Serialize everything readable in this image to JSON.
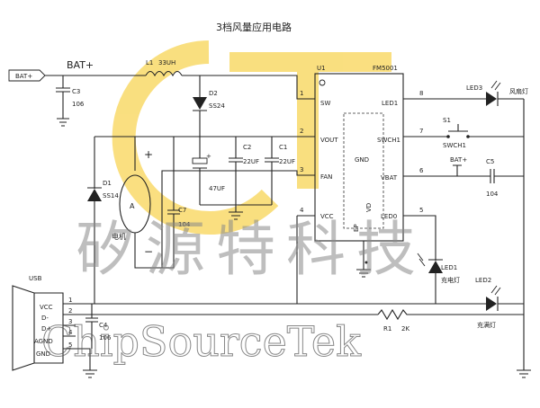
{
  "title": "3档风量应用电路",
  "labels": {
    "bat_in": "BAT+",
    "bat_net": "BAT+",
    "l1": "L1",
    "l1_val": "33UH",
    "c3": "C3",
    "c3_val": "106",
    "d2": "D2",
    "d2_val": "SS24",
    "c6_val": "47UF",
    "c2": "C2",
    "c2_val": "22UF",
    "c1": "C1",
    "c1_val": "22UF",
    "d1": "D1",
    "d1_val": "SS14",
    "motor": "A",
    "motor_label": "电机",
    "plus": "+",
    "minus": "−",
    "c7_val": "104",
    "u1": "U1",
    "chip": "FM5001",
    "pin_sw": "SW",
    "pin_vout": "VOUT",
    "pin_fan": "FAN",
    "pin_vcc": "VCC",
    "pin_gnd": "GND",
    "pin_ep": "EP",
    "pin_vd": "VD",
    "pin_led1": "LED1",
    "pin_swch1": "SWCH1",
    "pin_vbat": "VBAT",
    "pin_led0": "LED0",
    "n1": "1",
    "n2": "2",
    "n3": "3",
    "n4": "4",
    "n5": "5",
    "n6": "6",
    "n7": "7",
    "n8": "8",
    "led3": "LED3",
    "fan_light": "风扇灯",
    "s1": "S1",
    "swch1": "SWCH1",
    "c5": "C5",
    "c5_val": "104",
    "bat_small": "BAT+",
    "led1": "LED1",
    "charge_light": "充电灯",
    "led2": "LED2",
    "full_light": "充满灯",
    "r1": "R1",
    "r1_val": "2K",
    "usb": "USB",
    "usb_vcc": "VCC",
    "usb_dm": "D-",
    "usb_dp": "D+",
    "usb_agnd": "AGND",
    "usb_gnd": "GND",
    "u1p1": "1",
    "u1p2": "2",
    "u1p3": "3",
    "u1p4": "4",
    "u1p5": "5",
    "c4": "C4",
    "c4_val": "106"
  },
  "watermark": {
    "cn": "矽源特科技",
    "en": "ChipSourceTek"
  },
  "colors": {
    "wire": "#222222",
    "logo": "#f5c518"
  }
}
